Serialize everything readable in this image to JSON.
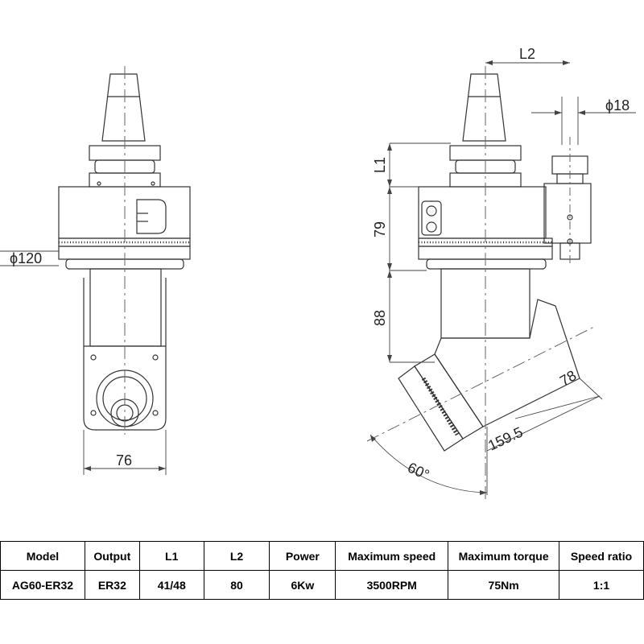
{
  "drawing": {
    "front_view": {
      "dim_diameter": "ϕ120",
      "dim_width": "76"
    },
    "side_view": {
      "dim_l2": "L2",
      "dim_d18": "ϕ18",
      "dim_l1": "L1",
      "dim_79": "79",
      "dim_88": "88",
      "dim_78": "78",
      "dim_159_5": "159.5",
      "dim_angle": "60°"
    }
  },
  "specs_table": {
    "headers": [
      "Model",
      "Output",
      "L1",
      "L2",
      "Power",
      "Maximum speed",
      "Maximum torque",
      "Speed ratio"
    ],
    "row": [
      "AG60-ER32",
      "ER32",
      "41/48",
      "80",
      "6Kw",
      "3500RPM",
      "75Nm",
      "1:1"
    ]
  }
}
